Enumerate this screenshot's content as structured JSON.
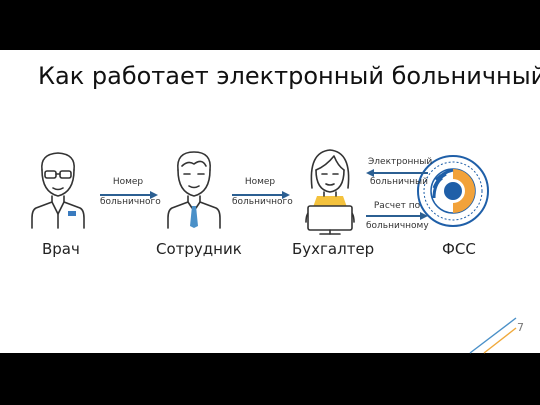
{
  "title": "Как работает электронный больничный",
  "actors": {
    "doctor": "Врач",
    "employee": "Сотрудник",
    "accountant": "Бухгалтер",
    "fss": "ФСС"
  },
  "arrows": {
    "doctor_to_employee": [
      "Номер",
      "больничного"
    ],
    "employee_to_accountant": [
      "Номер",
      "больничного"
    ],
    "fss_to_accountant": [
      "Электронный",
      "больничный"
    ],
    "accountant_to_fss": [
      "Расчет по",
      "больничному"
    ]
  },
  "page_number": "7",
  "colors": {
    "arrow": "#2b5f92",
    "outline": "#333333",
    "accent_blue": "#3a7bbf",
    "accent_orange": "#f0a93b",
    "fss_blue": "#1f5fa8",
    "fss_orange": "#f2a23a",
    "shirt_yellow": "#f4c23d",
    "line_blue": "#4a90c8"
  }
}
